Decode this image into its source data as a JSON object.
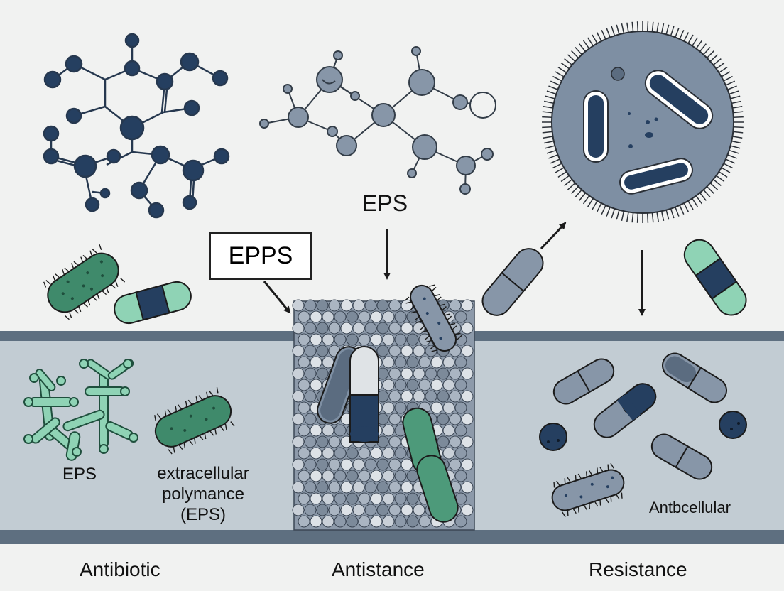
{
  "labels": {
    "eps_top": "EPS",
    "epps_box": "EPPS",
    "eps_left": "EPS",
    "ecm_line1": "extracellular",
    "ecm_line2": "polymance",
    "ecm_line3": "(EPS)",
    "antbcellular": "Antbcellular"
  },
  "footer": {
    "left": "Antibiotic",
    "center": "Antistance",
    "right": "Resistance"
  },
  "colors": {
    "background": "#f1f2f1",
    "membrane_band": "#c2ccd3",
    "membrane_edge": "#5e6f80",
    "navy": "#253f60",
    "slate": "#7c8ea4",
    "green": "#4d9a7a",
    "mint": "#8fd3b5"
  }
}
